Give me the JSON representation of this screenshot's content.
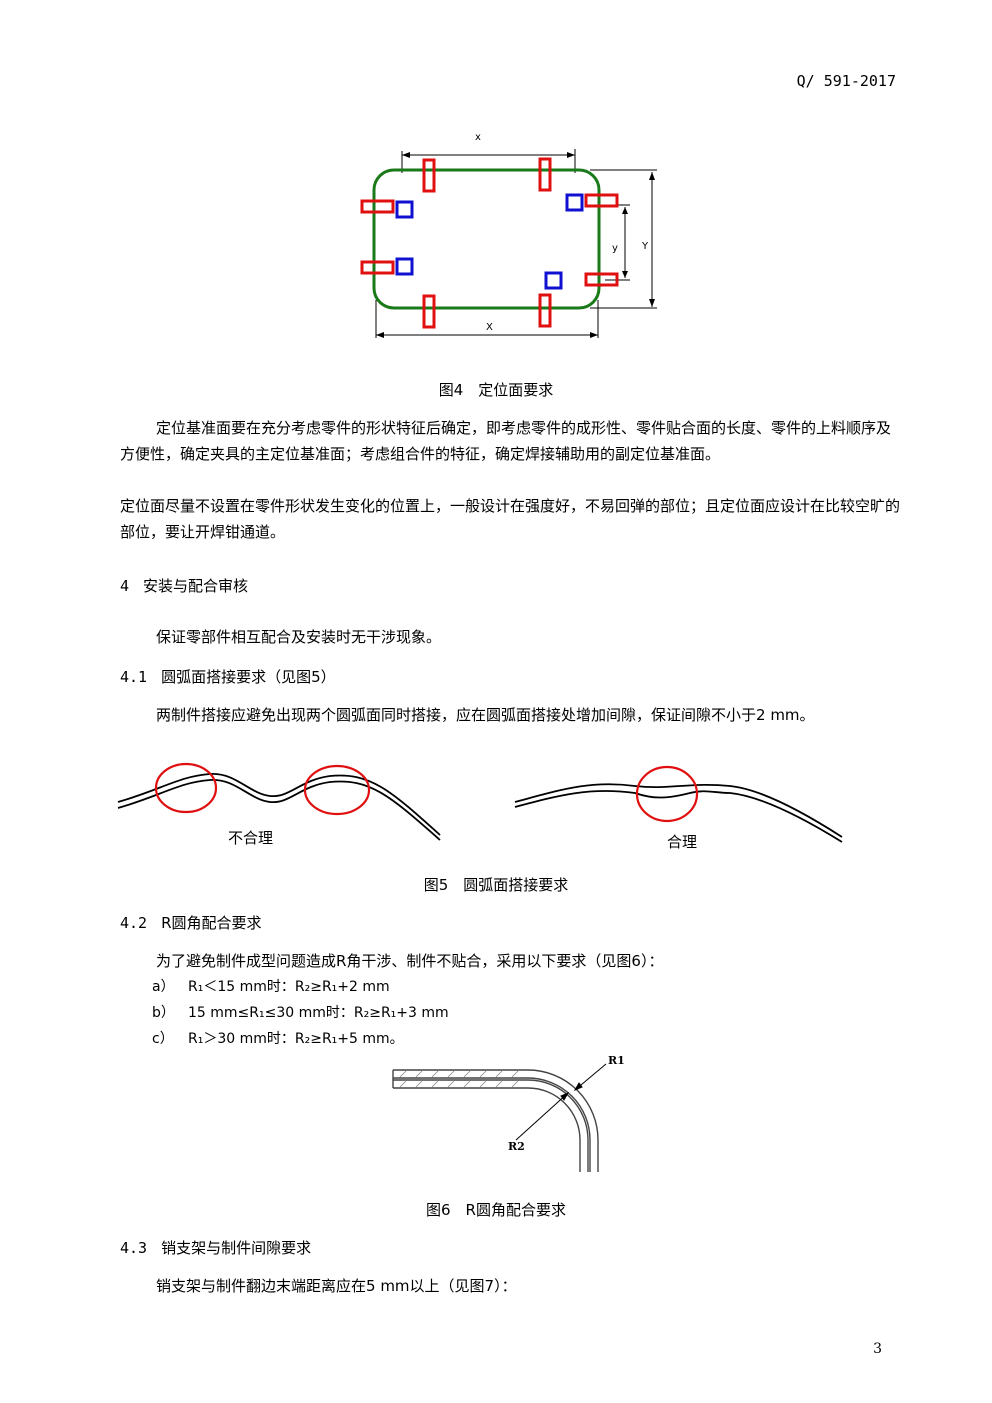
{
  "header": {
    "doc_number": "Q/ 591-2017"
  },
  "figure4": {
    "caption": "图4　定位面要求",
    "labels": {
      "x_small": "x",
      "x_large": "X",
      "y_small": "y",
      "y_large": "Y"
    }
  },
  "section3_text": {
    "p1": "定位基准面要在充分考虑零件的形状特征后确定，即考虑零件的成形性、零件贴合面的长度、零件的上料顺序及方便性，确定夹具的主定位基准面；考虑组合件的特征，确定焊接辅助用的副定位基准面。",
    "p2": "定位面尽量不设置在零件形状发生变化的位置上，一般设计在强度好，不易回弹的部位；且定位面应设计在比较空旷的部位，要让开焊钳通道。"
  },
  "section4": {
    "number": "4",
    "title": "安装与配合审核",
    "intro": "保证零部件相互配合及安装时无干涉现象。"
  },
  "section4_1": {
    "number": "4.1",
    "title": "圆弧面搭接要求（见图5）",
    "text": "两制件搭接应避免出现两个圆弧面同时搭接，应在圆弧面搭接处增加间隙，保证间隙不小于2 mm。"
  },
  "figure5": {
    "caption": "图5　圆弧面搭接要求",
    "label_bad": "不合理",
    "label_good": "合理"
  },
  "section4_2": {
    "number": "4.2",
    "title": "R圆角配合要求",
    "text": "为了避免制件成型问题造成R角干涉、制件不贴合，采用以下要求（见图6）：",
    "items": [
      {
        "label": "a）",
        "text": "R₁＜15 mm时：R₂≥R₁+2 mm"
      },
      {
        "label": "b）",
        "text": "15 mm≤R₁≤30 mm时：R₂≥R₁+3 mm"
      },
      {
        "label": "c）",
        "text": "R₁＞30 mm时：R₂≥R₁+5 mm。"
      }
    ]
  },
  "figure6": {
    "caption": "图6　R圆角配合要求",
    "label_r1": "R1",
    "label_r2": "R2"
  },
  "section4_3": {
    "number": "4.3",
    "title": "销支架与制件间隙要求",
    "text": "销支架与制件翻边末端距离应在5 mm以上（见图7）："
  },
  "footer": {
    "page_number": "3"
  },
  "colors": {
    "outline": "#1a7a1a",
    "locator_red": "#e01010",
    "locator_blue": "#1010d0"
  }
}
